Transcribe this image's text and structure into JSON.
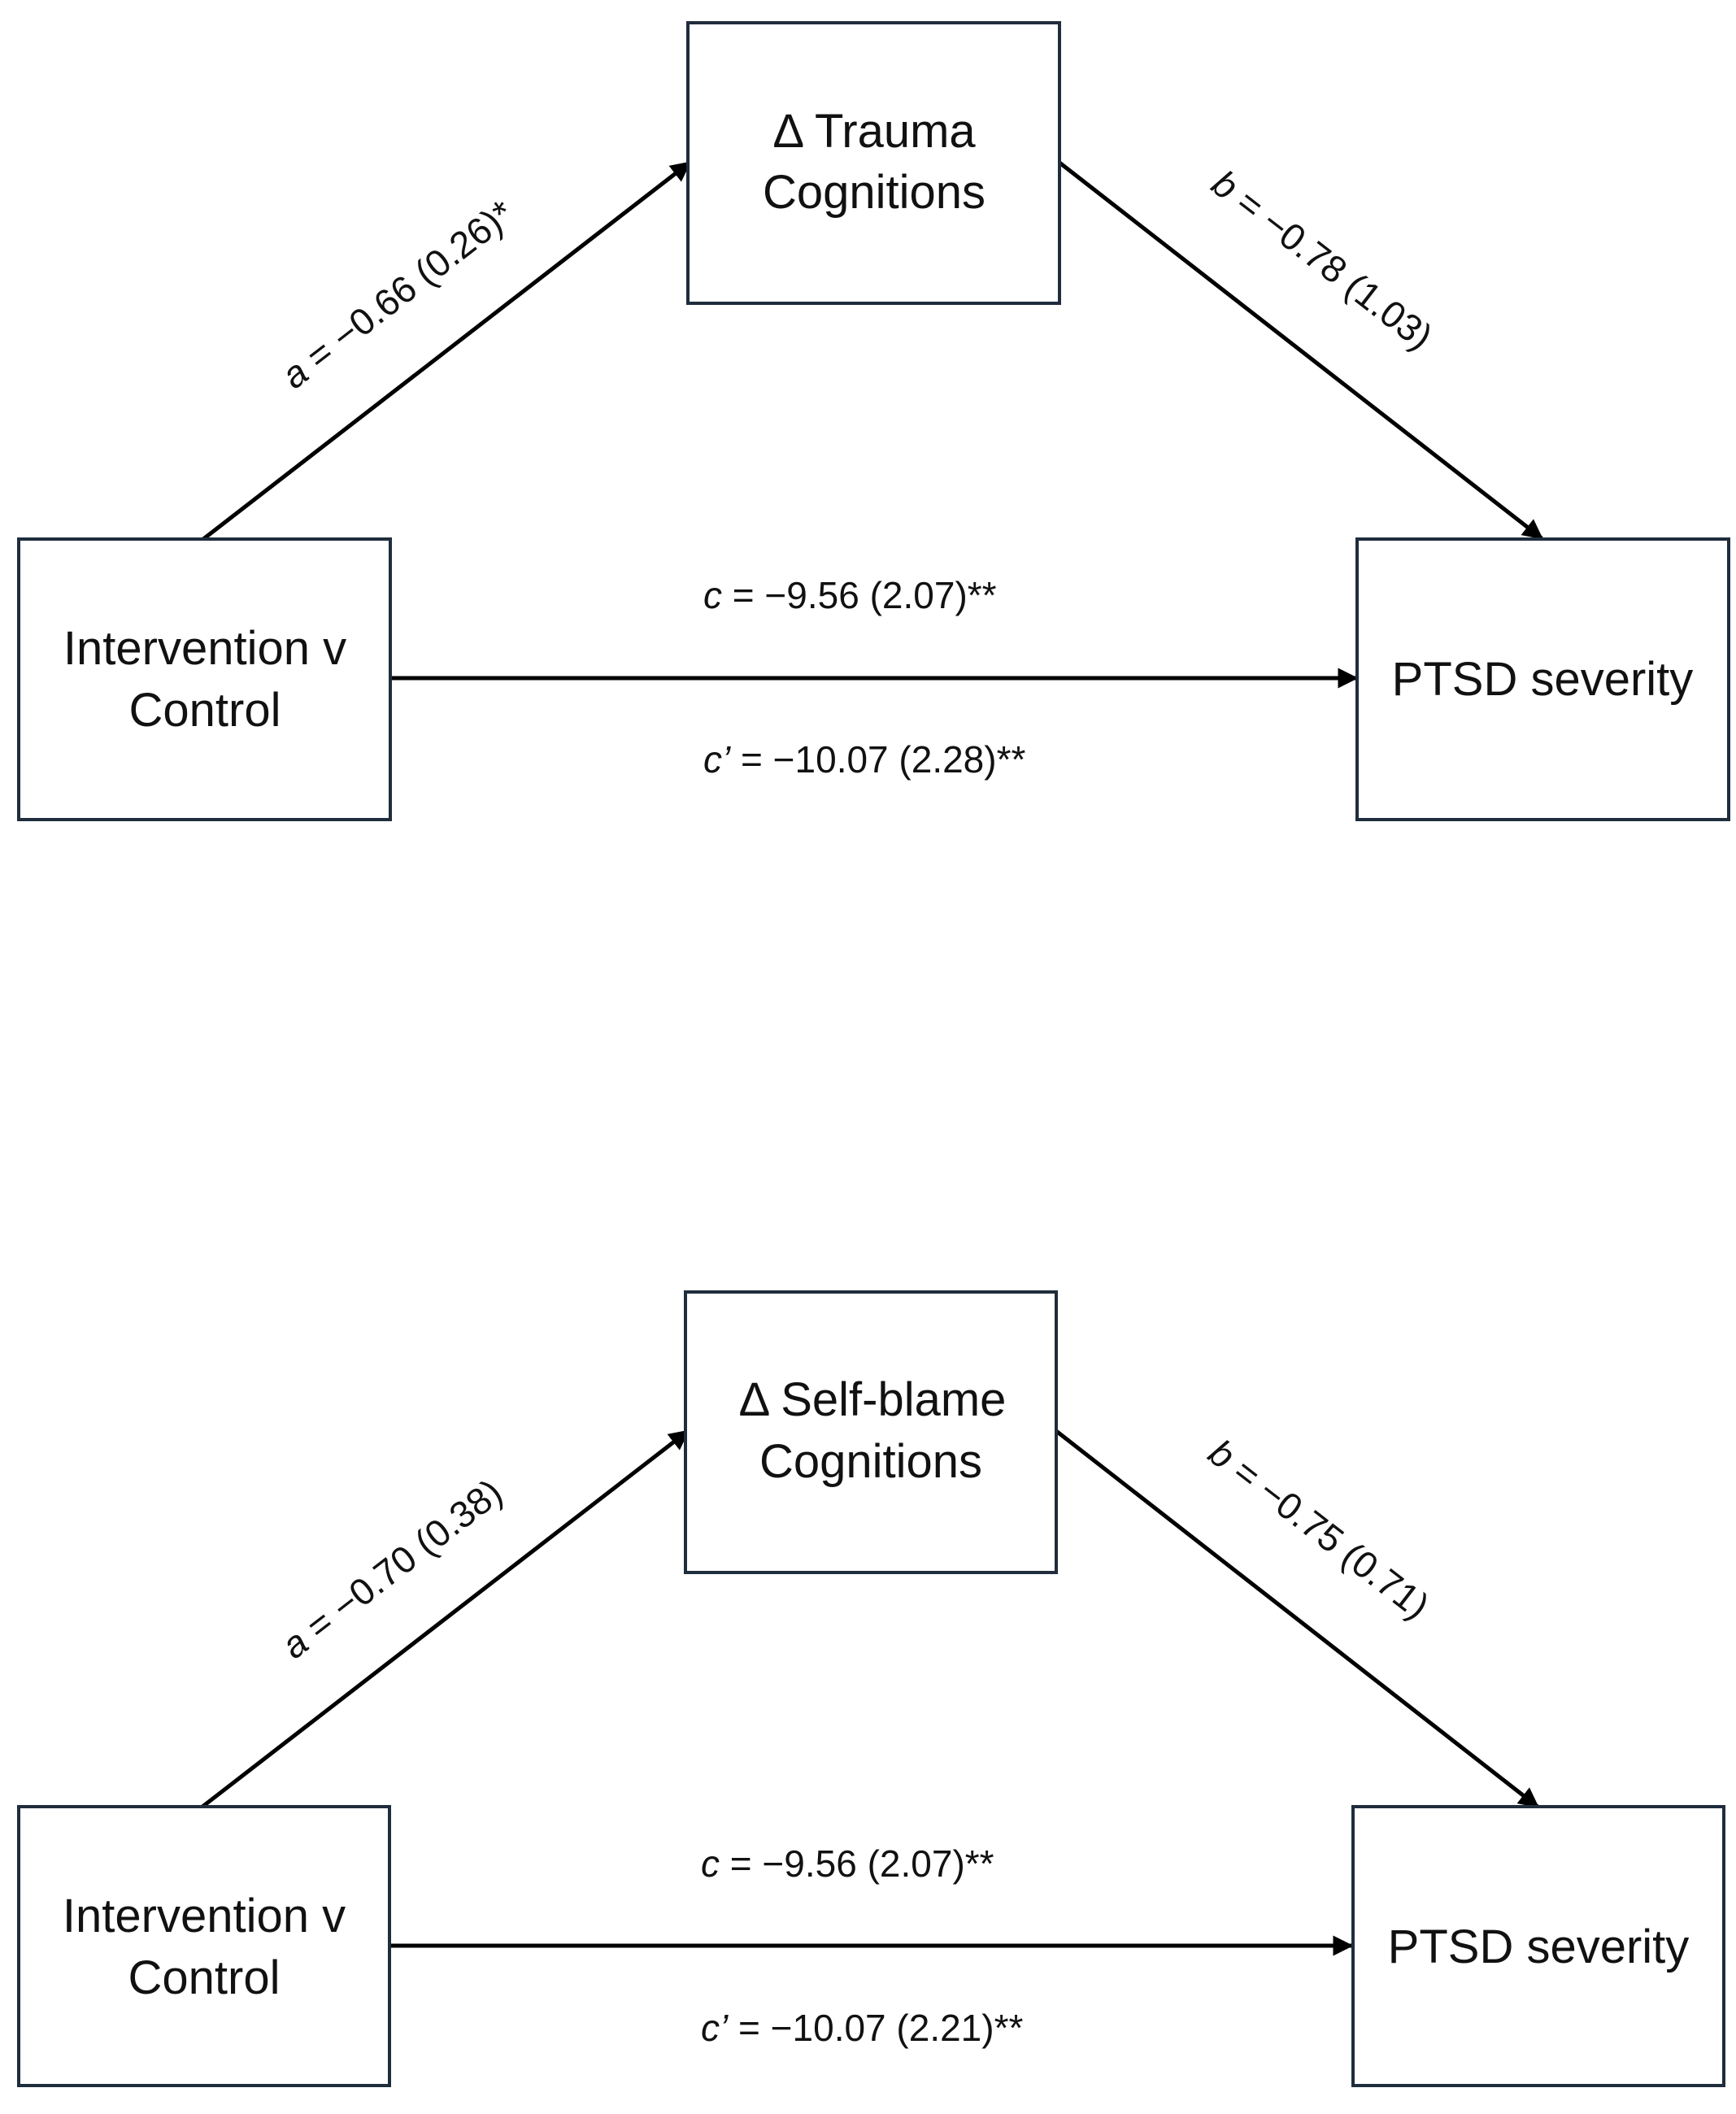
{
  "panels": [
    {
      "mediator": {
        "line1": "Δ Trauma",
        "line2": "Cognitions"
      },
      "predictor": {
        "line1": "Intervention v",
        "line2": "Control"
      },
      "outcome": {
        "label": "PTSD severity"
      },
      "paths": {
        "a": {
          "sym": "a",
          "text": " = −0.66 (0.26)*"
        },
        "b": {
          "sym": "b",
          "text": " = −0.78 (1.03)"
        },
        "c": {
          "sym": "c",
          "text": " = −9.56 (2.07)**"
        },
        "c_prime": {
          "sym": "c’",
          "text": " = −10.07 (2.28)**"
        }
      }
    },
    {
      "mediator": {
        "line1": "Δ Self-blame",
        "line2": "Cognitions"
      },
      "predictor": {
        "line1": "Intervention v",
        "line2": "Control"
      },
      "outcome": {
        "label": "PTSD severity"
      },
      "paths": {
        "a": {
          "sym": "a",
          "text": " = −0.70 (0.38)"
        },
        "b": {
          "sym": "b",
          "text": " = −0.75 (0.71)"
        },
        "c": {
          "sym": "c",
          "text": " = −9.56 (2.07)**"
        },
        "c_prime": {
          "sym": "c’",
          "text": " = −10.07 (2.21)**"
        }
      }
    }
  ]
}
